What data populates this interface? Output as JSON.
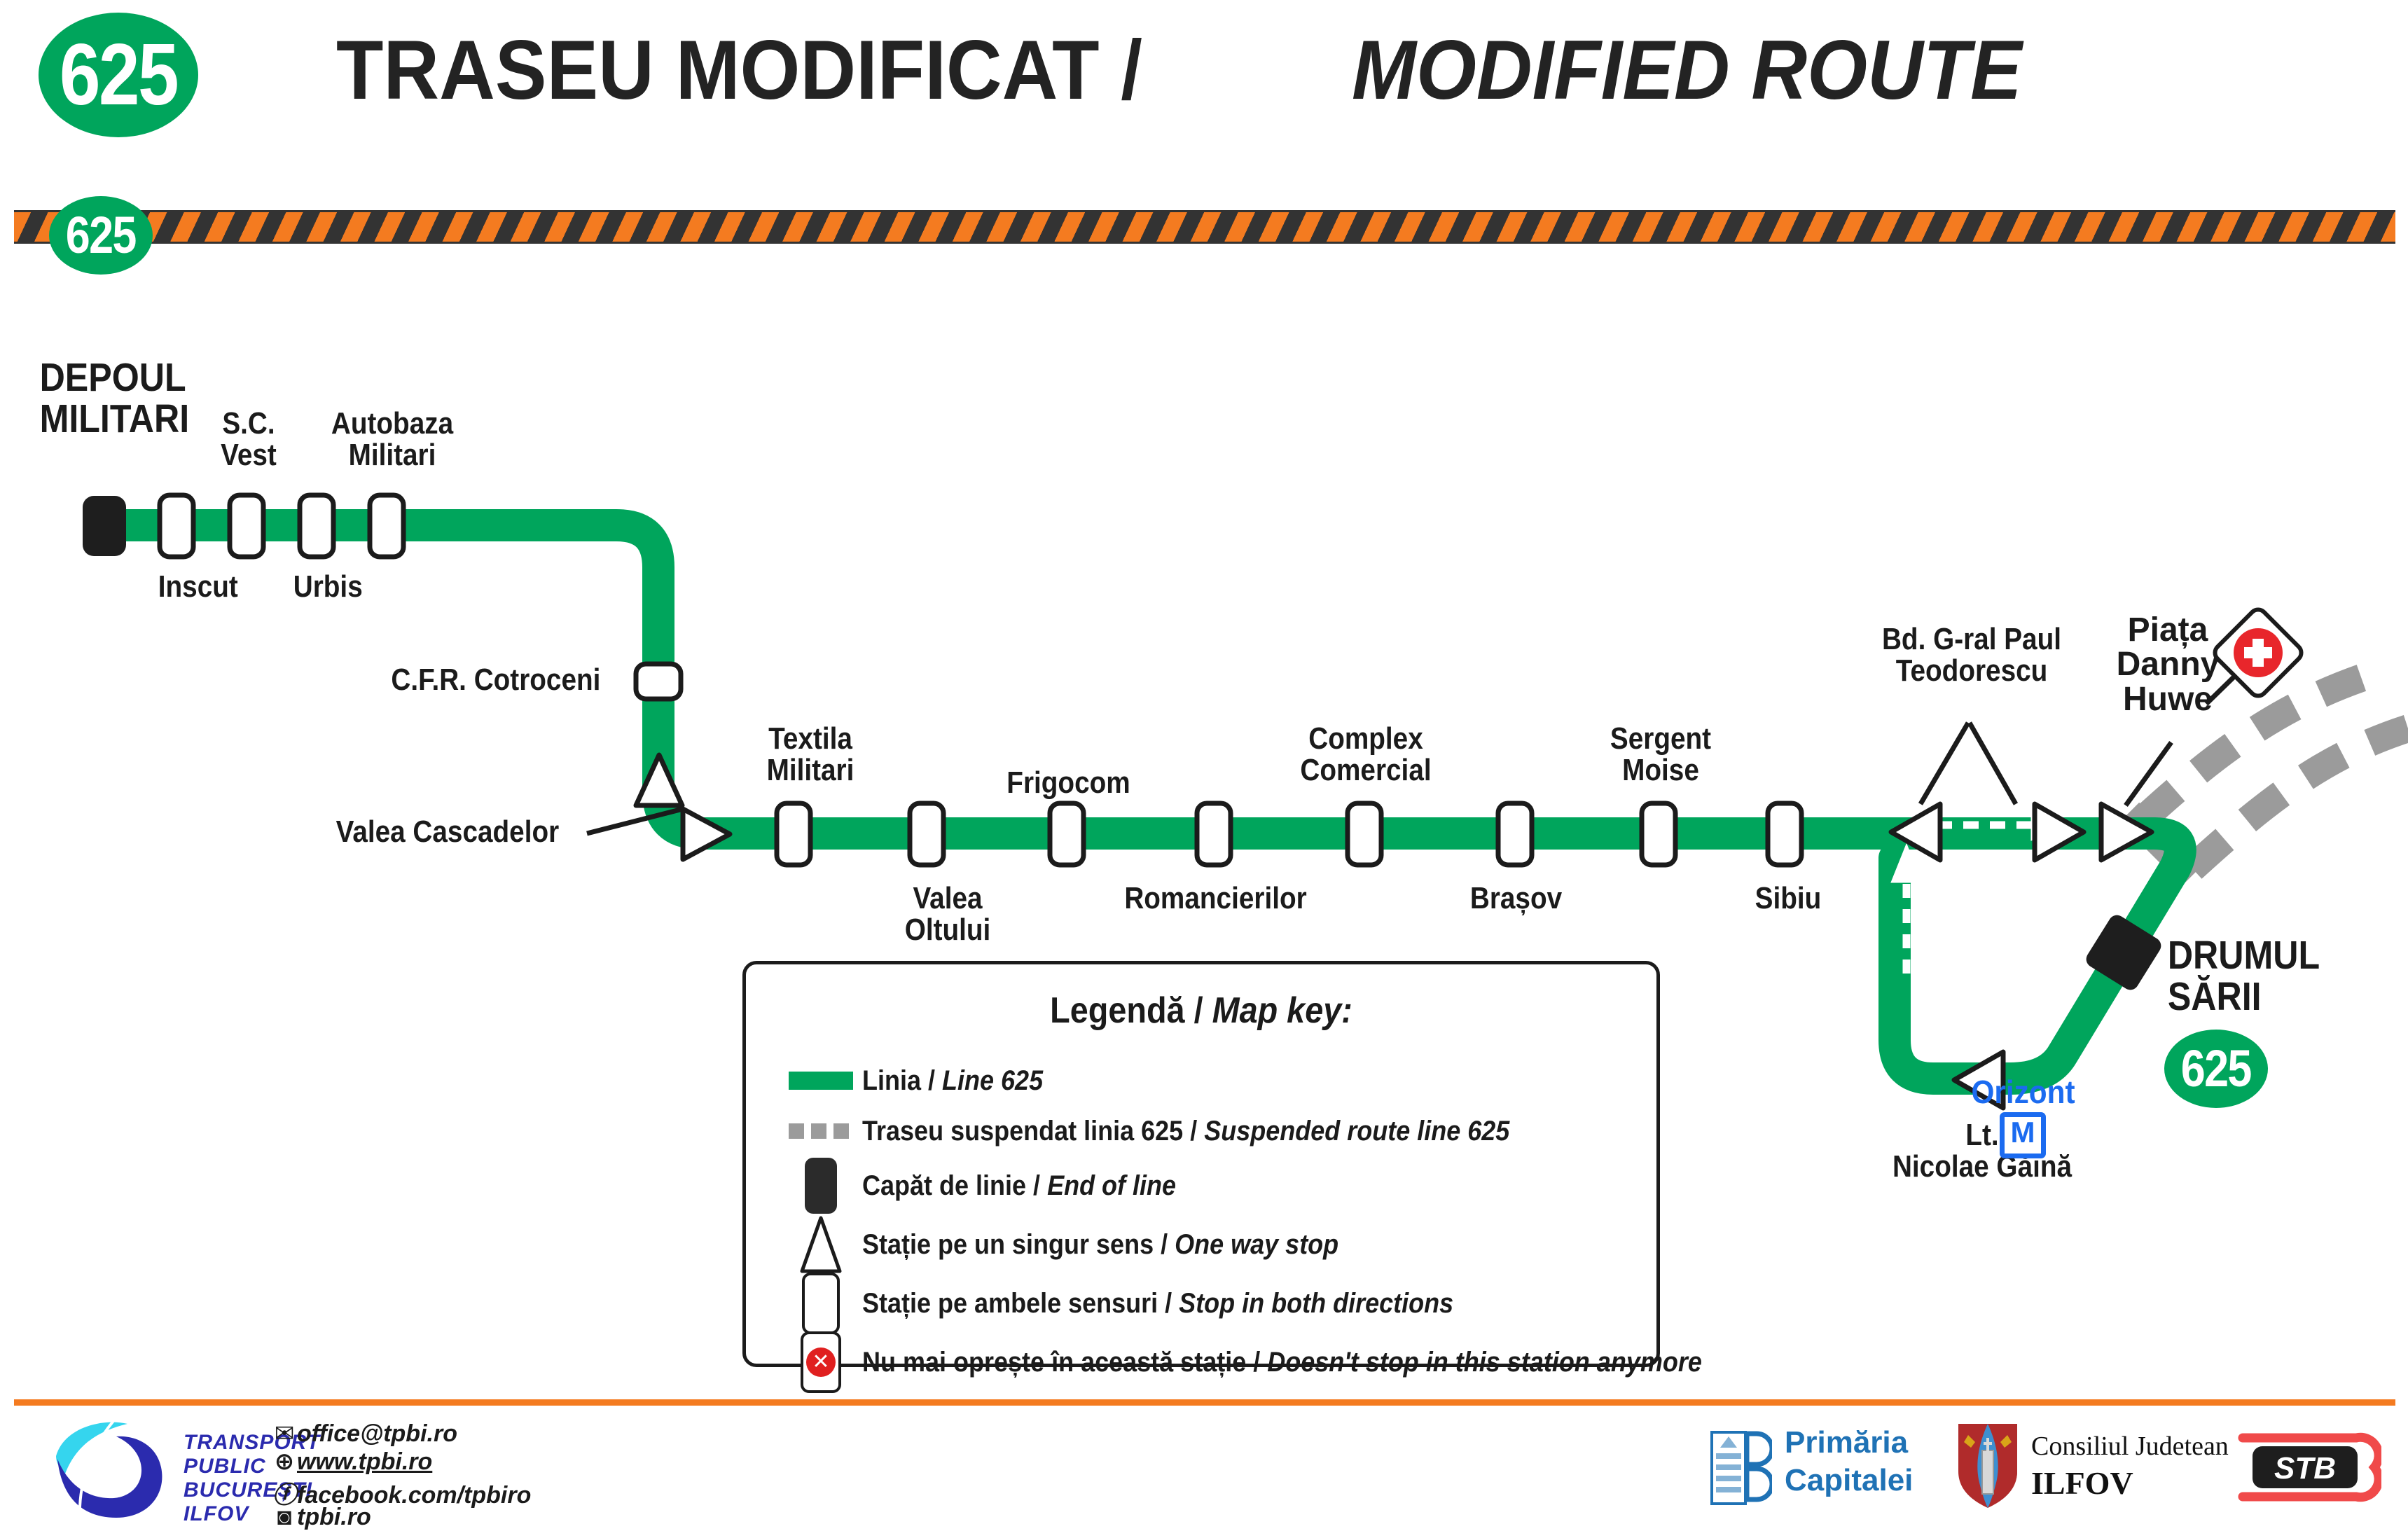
{
  "header": {
    "route_badge": "625",
    "title_ro": "TRASEU MODIFICAT /",
    "title_en": "MODIFIED ROUTE"
  },
  "map": {
    "start_badge": "625",
    "end_badge": "625",
    "terminus_start": "DEPOUL\nMILITARI",
    "terminus_start_l1": "DEPOUL",
    "terminus_start_l2": "MILITARI",
    "terminus_end_l1": "DRUMUL",
    "terminus_end_l2": "SĂRII",
    "metro": {
      "name": "Orizont",
      "symbol": "M"
    },
    "stops": [
      {
        "name": "Inscut",
        "type": "both",
        "pos": "below"
      },
      {
        "name": "S.C.\nVest",
        "type": "both",
        "pos": "above"
      },
      {
        "name": "Urbis",
        "type": "both",
        "pos": "below"
      },
      {
        "name": "Autobaza\nMilitari",
        "type": "both",
        "pos": "above"
      },
      {
        "name": "C.F.R. Cotroceni",
        "type": "both",
        "pos": "left"
      },
      {
        "name": "Valea Cascadelor",
        "type": "oneway",
        "pos": "left"
      },
      {
        "name": "Textila\nMilitari",
        "type": "both",
        "pos": "above"
      },
      {
        "name": "Valea\nOltului",
        "type": "both",
        "pos": "below"
      },
      {
        "name": "Frigocom",
        "type": "both",
        "pos": "above"
      },
      {
        "name": "Romancierilor",
        "type": "both",
        "pos": "below"
      },
      {
        "name": "Complex\nComercial",
        "type": "both",
        "pos": "above"
      },
      {
        "name": "Brașov",
        "type": "both",
        "pos": "below"
      },
      {
        "name": "Sergent\nMoise",
        "type": "both",
        "pos": "above"
      },
      {
        "name": "Sibiu",
        "type": "both",
        "pos": "below"
      },
      {
        "name": "Bd. G-ral Paul\nTeodorescu",
        "type": "oneway",
        "pos": "above"
      },
      {
        "name": "Piața\nDanny\nHuwe",
        "type": "oneway",
        "pos": "above"
      },
      {
        "name": "Lt.\nNicolae Găină",
        "type": "oneway",
        "pos": "below"
      }
    ],
    "labels": {
      "depoul_l1": "DEPOUL",
      "depoul_l2": "MILITARI",
      "inscut": "Inscut",
      "sc_l1": "S.C.",
      "sc_l2": "Vest",
      "urbis": "Urbis",
      "autobaza_l1": "Autobaza",
      "autobaza_l2": "Militari",
      "cfr": "C.F.R. Cotroceni",
      "valea_cascadelor": "Valea Cascadelor",
      "textila_l1": "Textila",
      "textila_l2": "Militari",
      "valea_oltului_l1": "Valea",
      "valea_oltului_l2": "Oltului",
      "frigocom": "Frigocom",
      "romancierilor": "Romancierilor",
      "complex_l1": "Complex",
      "complex_l2": "Comercial",
      "brasov": "Brașov",
      "sergent_l1": "Sergent",
      "sergent_l2": "Moise",
      "sibiu": "Sibiu",
      "teodorescu_l1": "Bd. G-ral Paul",
      "teodorescu_l2": "Teodorescu",
      "piata_l1": "Piața",
      "piata_l2": "Danny",
      "piata_l3": "Huwe",
      "lt_l1": "Lt.",
      "lt_l2": "Nicolae Găină",
      "drumul_l1": "DRUMUL",
      "drumul_l2": "SĂRII"
    }
  },
  "legend": {
    "title_ro": "Legendă / ",
    "title_en": "Map key:",
    "items": [
      {
        "icon": "line-swatch-icon",
        "ro": "Linia / ",
        "en": "Line 625"
      },
      {
        "icon": "dashed-line-icon",
        "ro": "Traseu suspendat linia 625 / ",
        "en": "Suspended route line 625"
      },
      {
        "icon": "end-of-line-icon",
        "ro": "Capăt de linie / ",
        "en": "End of line"
      },
      {
        "icon": "one-way-stop-icon",
        "ro": "Stație pe un singur sens / ",
        "en": "One way stop"
      },
      {
        "icon": "both-directions-icon",
        "ro": "Stație pe ambele sensuri / ",
        "en": "Stop in both directions"
      },
      {
        "icon": "no-stop-icon",
        "ro": "Nu mai oprește în această stație / ",
        "en": "Doesn't stop in this station anymore"
      }
    ]
  },
  "footer": {
    "brand_l1": "TRANSPORT",
    "brand_l2": "PUBLIC",
    "brand_l3": "BUCUREȘTI",
    "brand_l4": "ILFOV",
    "contacts": [
      {
        "icon": "mail-icon",
        "glyph": "✉",
        "text": "office@tpbi.ro"
      },
      {
        "icon": "globe-icon",
        "glyph": "🌐",
        "text": "www.tpbi.ro"
      },
      {
        "icon": "facebook-icon",
        "glyph": "f",
        "text": "facebook.com/tpbiro"
      },
      {
        "icon": "instagram-icon",
        "glyph": "◎",
        "text": "tpbi.ro"
      }
    ],
    "partners": [
      {
        "name": "Primăria Capitalei",
        "l1": "Primăria",
        "l2": "Capitalei"
      },
      {
        "name": "Consiliul Judetean ILFOV",
        "l1": "Consiliul Judetean",
        "l2": "ILFOV"
      },
      {
        "name": "STB",
        "l1": "STB",
        "l2": ""
      }
    ]
  },
  "colors": {
    "line_green": "#00A55C",
    "hazard_orange": "#F47B20",
    "metro_blue": "#1B6BF0",
    "suspended_gray": "#9B9B9B",
    "terminus_black": "#1E1E1E",
    "hospital_red": "#E8262B"
  }
}
